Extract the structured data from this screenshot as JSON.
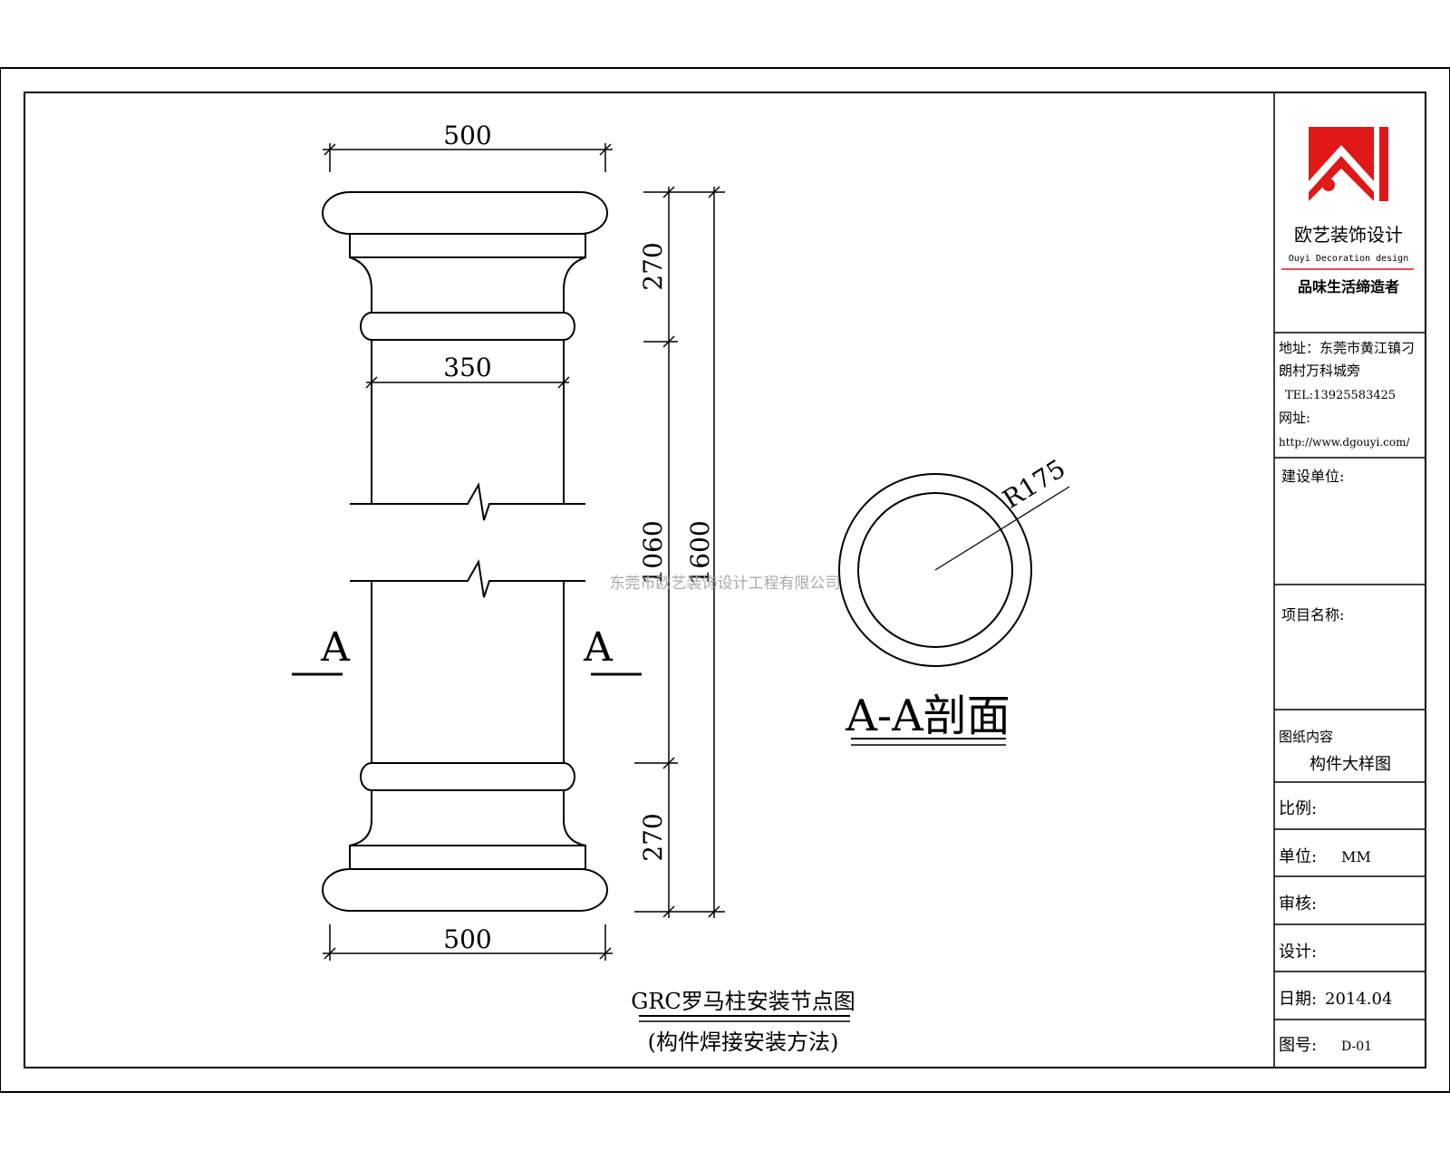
{
  "drawing": {
    "dims": {
      "top_width": "500",
      "bottom_width": "500",
      "shaft_width": "350",
      "cap_height": "270",
      "shaft_height": "1060",
      "base_height": "270",
      "total_height": "1600",
      "radius": "R175"
    },
    "section_mark_left": "A",
    "section_mark_right": "A",
    "section_title": "A-A剖面",
    "watermark": "东莞市欧艺装饰设计工程有限公司",
    "caption_line1": "GRC罗马柱安装节点图",
    "caption_line2": "(构件焊接安装方法)"
  },
  "title_block": {
    "company_name": "欧艺装饰设计",
    "company_en": "Ouyi Decoration design",
    "slogan": "品味生活缔造者",
    "logo_color": "#e01818",
    "address_line1": "地址：东莞市黄江镇刁",
    "address_line2": "朗村万科城旁",
    "tel": "TEL:13925583425",
    "web_label": "网址:",
    "web_url": "http://www.dgouyi.com/",
    "owner_label": "建设单位:",
    "project_label": "项目名称:",
    "content_label": "图纸内容",
    "content_value": "构件大样图",
    "scale_label": "比例:",
    "unit_label": "单位:",
    "unit_value": "MM",
    "review_label": "审核:",
    "design_label": "设计:",
    "date_label": "日期:",
    "date_value": "2014.04",
    "drawing_no_label": "图号:",
    "drawing_no_value": "D-01"
  }
}
